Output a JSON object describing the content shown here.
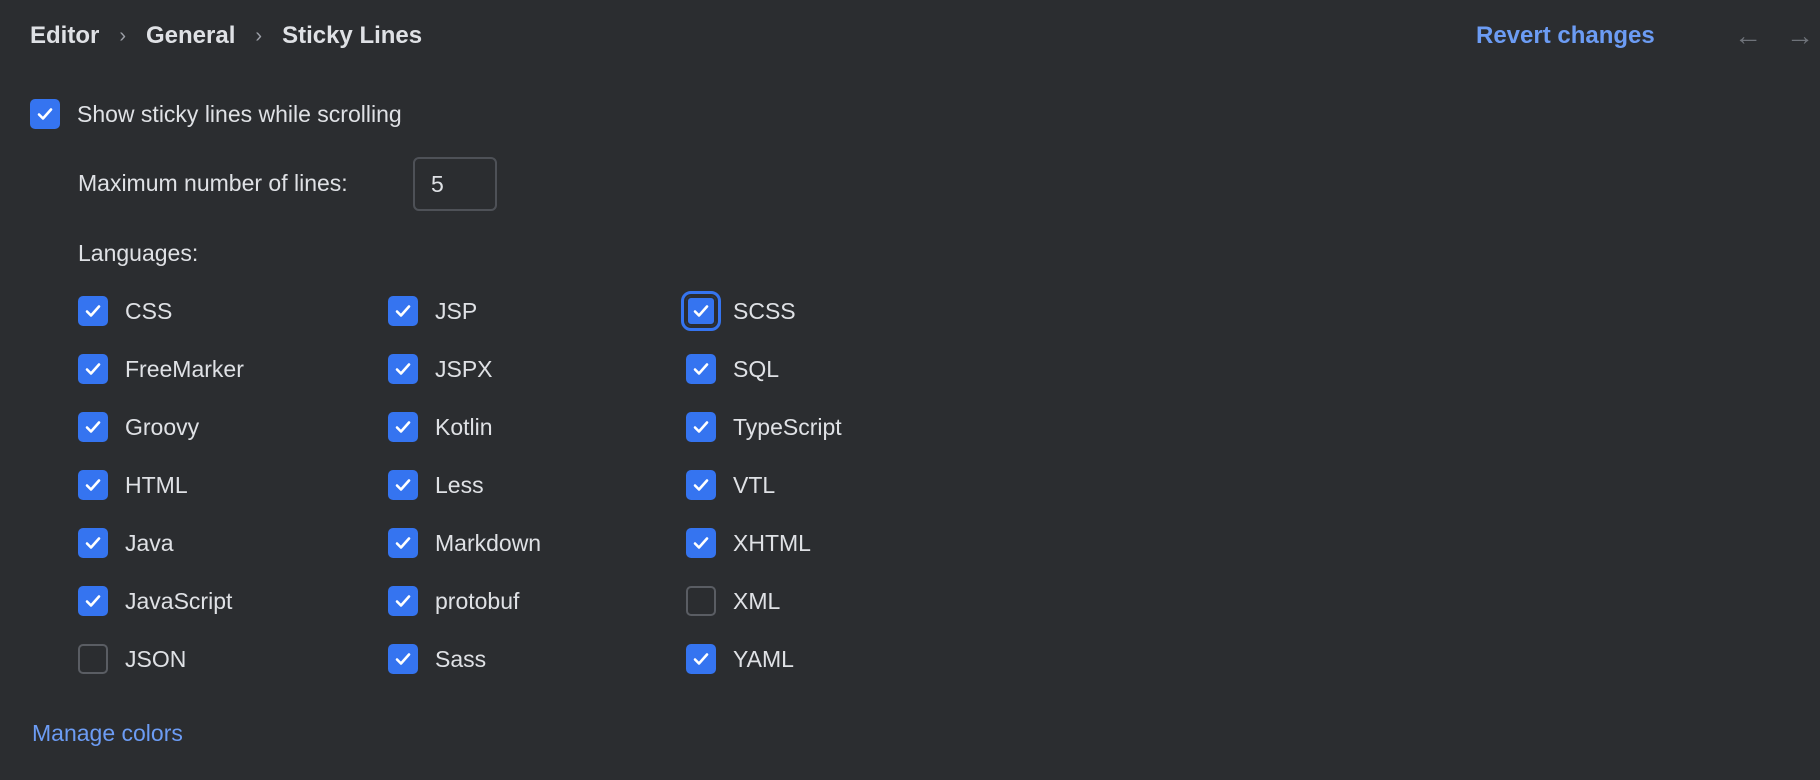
{
  "breadcrumb": [
    "Editor",
    "General",
    "Sticky Lines"
  ],
  "header": {
    "revert_label": "Revert changes",
    "back_icon": "arrow-left-icon",
    "forward_icon": "arrow-right-icon"
  },
  "show_sticky": {
    "label": "Show sticky lines while scrolling",
    "checked": true
  },
  "max_lines": {
    "label": "Maximum number of lines:",
    "value": "5"
  },
  "languages_label": "Languages:",
  "languages": [
    [
      {
        "label": "CSS",
        "checked": true
      },
      {
        "label": "FreeMarker",
        "checked": true
      },
      {
        "label": "Groovy",
        "checked": true
      },
      {
        "label": "HTML",
        "checked": true
      },
      {
        "label": "Java",
        "checked": true
      },
      {
        "label": "JavaScript",
        "checked": true
      },
      {
        "label": "JSON",
        "checked": false
      }
    ],
    [
      {
        "label": "JSP",
        "checked": true
      },
      {
        "label": "JSPX",
        "checked": true
      },
      {
        "label": "Kotlin",
        "checked": true
      },
      {
        "label": "Less",
        "checked": true
      },
      {
        "label": "Markdown",
        "checked": true
      },
      {
        "label": "protobuf",
        "checked": true
      },
      {
        "label": "Sass",
        "checked": true
      }
    ],
    [
      {
        "label": "SCSS",
        "checked": true,
        "focused": true
      },
      {
        "label": "SQL",
        "checked": true
      },
      {
        "label": "TypeScript",
        "checked": true
      },
      {
        "label": "VTL",
        "checked": true
      },
      {
        "label": "XHTML",
        "checked": true
      },
      {
        "label": "XML",
        "checked": false
      },
      {
        "label": "YAML",
        "checked": true
      }
    ]
  ],
  "manage_colors_label": "Manage colors",
  "colors": {
    "accent": "#3574f0",
    "link": "#6c9cf4",
    "background": "#2b2d30"
  }
}
